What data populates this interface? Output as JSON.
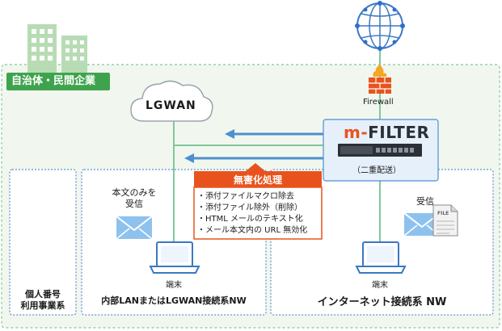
{
  "org_label": "自治体・民間企業",
  "cloud_label": "LGWAN",
  "firewall_label": "Firewall",
  "product": {
    "name_part1": "m-",
    "name_part2": "FILTER",
    "subtitle": "（二重配送）"
  },
  "process": {
    "title": "無害化処理",
    "items": [
      "・添付ファイルマクロ除去",
      "・添付ファイル除外（削除）",
      "・HTML メールのテキスト化",
      "・メール本文内の URL 無効化"
    ]
  },
  "mail_left_label_line1": "本文のみを",
  "mail_left_label_line2": "受信",
  "mail_right_label": "受信",
  "file_icon_text": "FILE",
  "terminal_label": "端末",
  "zone_left_label_line1": "個人番号",
  "zone_left_label_line2": "利用事業系",
  "zone_mid_label": "内部LANまたはLGWAN接続系NW",
  "zone_right_label": "インターネット接続系 NW",
  "colors": {
    "org_green": "#3fa34d",
    "line_green": "#7fc89a",
    "arrow_blue": "#4d8fd0",
    "zone_blue": "#3a78c4",
    "process_orange": "#e8531d",
    "product_bg": "#e6f0fa",
    "product_border": "#4d8fd0",
    "zone_bg": "#f1f7ee"
  }
}
